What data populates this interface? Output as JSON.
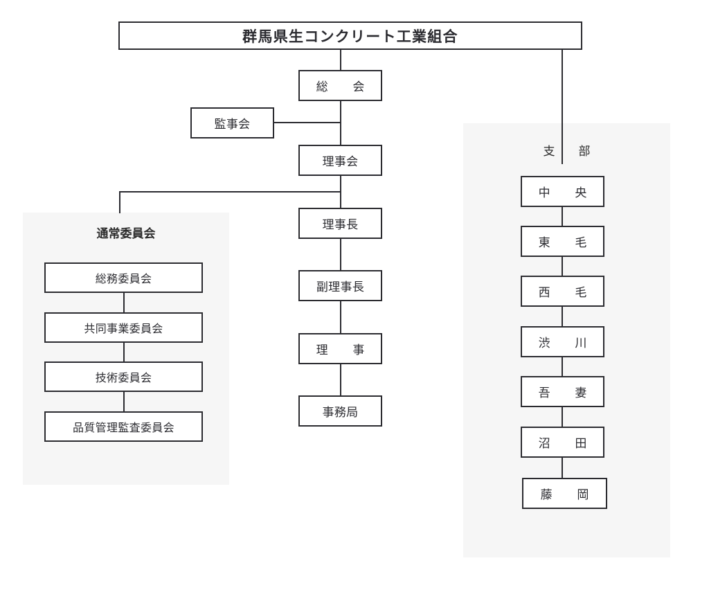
{
  "page": {
    "title": "群馬県生コンクリート工業組合",
    "diagram_type": "organization-chart",
    "background_color": "#ffffff",
    "panel_color": "#f6f6f6",
    "line_color": "#2b2b30"
  },
  "root": {
    "label": "群馬県生コンクリート工業組合"
  },
  "center_column": {
    "nodes": [
      {
        "label": "総　会"
      },
      {
        "label": "理事会"
      },
      {
        "label": "理事長"
      },
      {
        "label": "副理事長"
      },
      {
        "label": "理　事"
      },
      {
        "label": "事務局"
      }
    ]
  },
  "auditor": {
    "label": "監事会"
  },
  "committees": {
    "heading": "通常委員会",
    "items": [
      {
        "label": "総務委員会"
      },
      {
        "label": "共同事業委員会"
      },
      {
        "label": "技術委員会"
      },
      {
        "label": "品質管理監査委員会"
      }
    ]
  },
  "branches": {
    "heading": "支　部",
    "items": [
      {
        "label": "中　央"
      },
      {
        "label": "東　毛"
      },
      {
        "label": "西　毛"
      },
      {
        "label": "渋　川"
      },
      {
        "label": "吾　妻"
      },
      {
        "label": "沼　田"
      },
      {
        "label": "藤　岡"
      }
    ]
  }
}
